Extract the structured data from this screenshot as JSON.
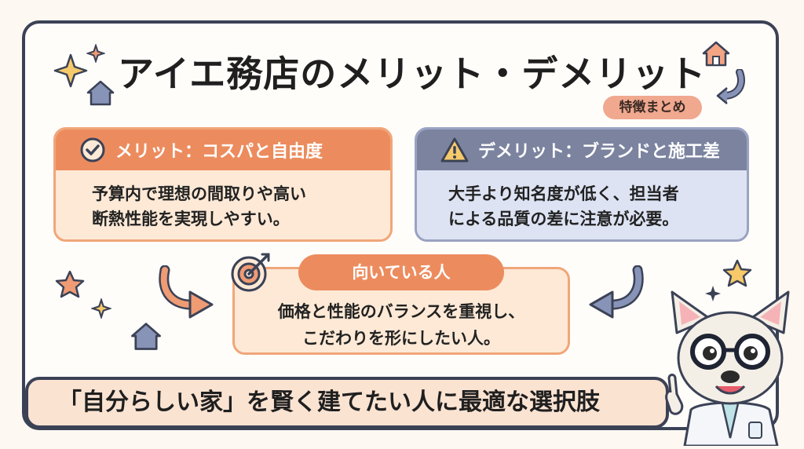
{
  "title": "アイエ務店のメリット・デメリット",
  "tag": "特徴まとめ",
  "merit": {
    "heading": "メリット：コスパと自由度",
    "body_line1": "予算内で理想の間取りや高い",
    "body_line2": "断熱性能を実現しやすい。",
    "icon": "check-circle-icon"
  },
  "demerit": {
    "heading": "デメリット：ブランドと施工差",
    "body_line1": "大手より知名度が低く、担当者",
    "body_line2": "による品質の差に注意が必要。",
    "icon": "warning-icon"
  },
  "target": {
    "label": "向いている人",
    "body_line1": "価格と性能のバランスを重視し、",
    "body_line2": "こだわりを形にしたい人。",
    "icon": "target-icon"
  },
  "footer": {
    "text": "「自分らしい家」を賢く建てたい人に最適な選択肢"
  },
  "colors": {
    "merit_accent": "#ec8c5e",
    "demerit_accent": "#7b839f",
    "frame": "#3b4256"
  }
}
